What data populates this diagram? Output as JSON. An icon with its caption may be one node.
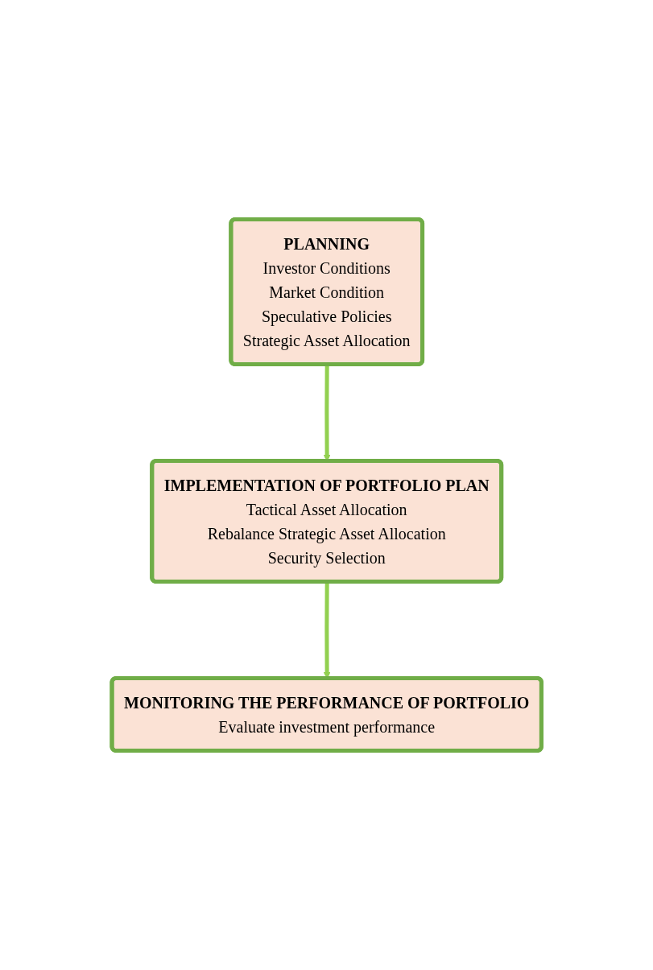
{
  "diagram": {
    "nodes": [
      {
        "text": [
          "PLANNING",
          "Investor Conditions",
          "Market Condition",
          "Speculative Policies",
          "Strategic Asset Allocation"
        ]
      },
      {
        "text": [
          "IMPLEMENTATION OF PORTFOLIO PLAN",
          "Tactical Asset Allocation",
          "Rebalance Strategic Asset Allocation",
          "Security Selection"
        ]
      },
      {
        "text": [
          "MONITORING THE PERFORMANCE OF PORTFOLIO",
          "Evaluate investment performance"
        ]
      }
    ],
    "edges": [
      {
        "from": 0,
        "to": 1,
        "arrow": "to"
      },
      {
        "from": 1,
        "to": 2,
        "arrow": "to"
      }
    ]
  }
}
